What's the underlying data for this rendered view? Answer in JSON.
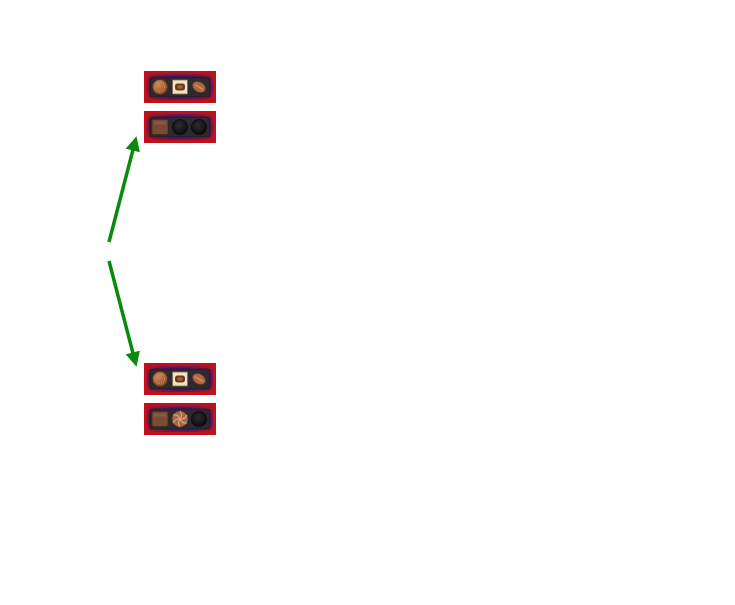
{
  "colors": {
    "background": "#ffffff",
    "arrow": "#0a8a0a",
    "box_outer": "#c0101a",
    "box_glow": "#5a1a78",
    "tray": "#2a2a30",
    "empty_slot": "#141418",
    "chocolate_dark": "#7a4a36",
    "chocolate_milk": "#b0683e",
    "white_chocolate": "#f3e3c6"
  },
  "arrows": [
    {
      "name": "arrow-up",
      "direction": "up-right",
      "target": "box-pair-top"
    },
    {
      "name": "arrow-down",
      "direction": "down-right",
      "target": "box-pair-bottom"
    }
  ],
  "box_pairs": [
    {
      "name": "box-pair-top",
      "boxes": [
        {
          "slots": [
            "round-milk-chocolate-icon",
            "square-white-chocolate-icon",
            "leaf-chocolate-icon"
          ]
        },
        {
          "slots": [
            "square-dark-chocolate-icon",
            "empty-slot",
            "empty-slot"
          ]
        }
      ]
    },
    {
      "name": "box-pair-bottom",
      "boxes": [
        {
          "slots": [
            "round-milk-chocolate-icon",
            "square-white-chocolate-icon",
            "leaf-chocolate-icon"
          ]
        },
        {
          "slots": [
            "square-dark-chocolate-icon",
            "swirl-chocolate-icon",
            "empty-slot"
          ]
        }
      ]
    }
  ]
}
